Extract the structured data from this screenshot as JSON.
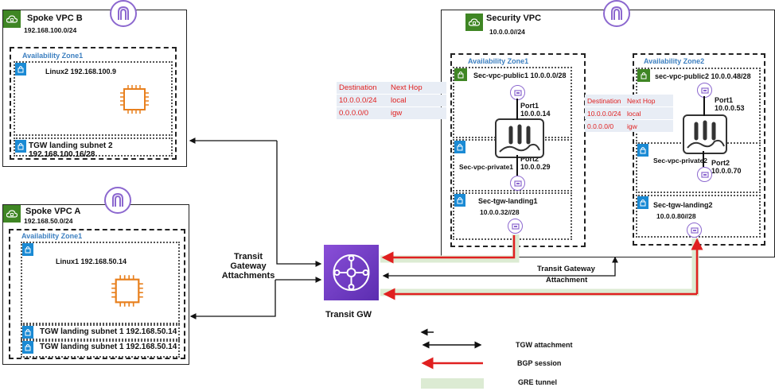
{
  "spoke_vpc_b": {
    "title": "Spoke VPC B",
    "cidr": "192.168.100.0/24",
    "az_label": "Availability Zone1",
    "instance_label": "Linux2  192.168.100.9",
    "tgw_subnet_label": "TGW landing subnet 2 192.168.100.16/28"
  },
  "spoke_vpc_a": {
    "title": "Spoke VPC A",
    "cidr": "192.168.50.0/24",
    "az_label": "Availability Zone1",
    "instance_label": "Linux1  192.168.50.14",
    "tgw_subnets": [
      "TGW landing subnet 1 192.168.50.14",
      "TGW landing subnet 1 192.168.50.14"
    ]
  },
  "transit": {
    "attachments_label": [
      "Transit",
      "Gateway",
      "Attachments"
    ],
    "gw_label": "Transit GW",
    "sec_attachment_label": [
      "Transit Gateway",
      "Attachment"
    ]
  },
  "security_vpc": {
    "title": "Security VPC",
    "cidr": "10.0.0.0//24",
    "az1": {
      "label": "Availability Zone1",
      "public_subnet": "Sec-vpc-public1  10.0.0.0/28",
      "private_subnet": "Sec-vpc-private1",
      "tgw_subnet": "Sec-tgw-landing1",
      "tgw_subnet_cidr": "10.0.0.32//28",
      "port1": [
        "Port1",
        "10.0.0.14"
      ],
      "port2": [
        "Port2",
        "10.0.0.29"
      ],
      "route_table": {
        "headers": [
          "Destination",
          "Next Hop"
        ],
        "rows": [
          [
            "10.0.0.0/24",
            "local"
          ],
          [
            "0.0.0.0/0",
            "igw"
          ]
        ]
      }
    },
    "az2": {
      "label": "Availability Zone2",
      "public_subnet": "sec-vpc-public2  10.0.0.48/28",
      "private_subnet": "Sec-vpc-private2",
      "tgw_subnet": "Sec-tgw-landing2",
      "tgw_subnet_cidr": "10.0.0.80//28",
      "port1": [
        "Port1",
        "10.0.0.53"
      ],
      "port2": [
        "Port2",
        "10.0.0.70"
      ],
      "route_table": {
        "headers": [
          "Destination",
          "Next Hop"
        ],
        "rows": [
          [
            "10.0.0.0/24",
            "local"
          ],
          [
            "0.0.0.0/0",
            "igw"
          ]
        ]
      }
    }
  },
  "legend": {
    "items": [
      {
        "label": "",
        "type": "arrow-left"
      },
      {
        "label": "TGW attachment",
        "type": "double-arrow"
      },
      {
        "label": "BGP session",
        "type": "red-arrow"
      },
      {
        "label": "GRE tunnel",
        "type": "green-band"
      }
    ]
  },
  "colors": {
    "vpc_badge": "#3f8624",
    "subnet_lock": "#1a8ad4",
    "az_label": "#3c7fc0",
    "bgp": "#e02020",
    "gre": "#dcebd3",
    "tgw": "#6a38c4",
    "ec2": "#e8801e",
    "gateway_ring": "#8c68cf"
  }
}
